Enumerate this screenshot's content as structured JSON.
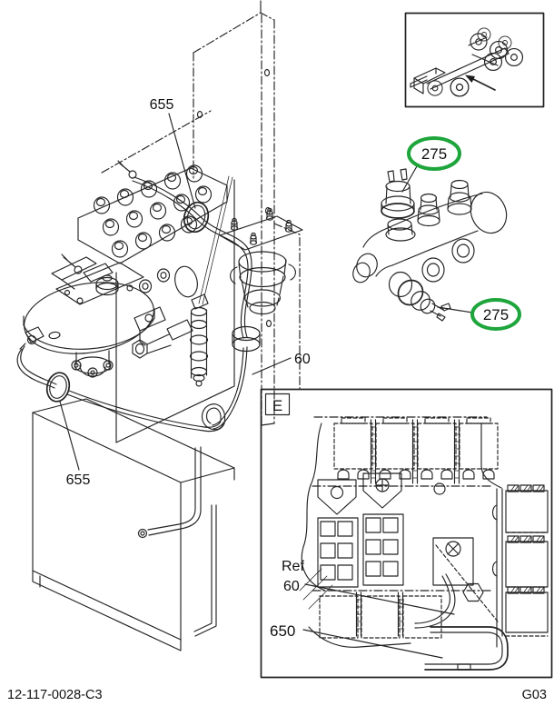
{
  "footer": {
    "doc_number": "12-117-0028-C3",
    "page_code": "G03"
  },
  "colors": {
    "line": "#232323",
    "highlight_green": "#1ea53c",
    "paper": "#ffffff"
  },
  "callouts": {
    "clamp_top": {
      "label": "655"
    },
    "clamp_bottom": {
      "label": "655"
    },
    "supply_hose": {
      "label": "60"
    },
    "pressure_switch_upper": {
      "label": "275"
    },
    "pressure_switch_lower": {
      "label": "275"
    }
  },
  "inset_e": {
    "tag": "E",
    "ref_word": "Ref",
    "ref_hose_label": "60",
    "bracket_label": "650"
  }
}
